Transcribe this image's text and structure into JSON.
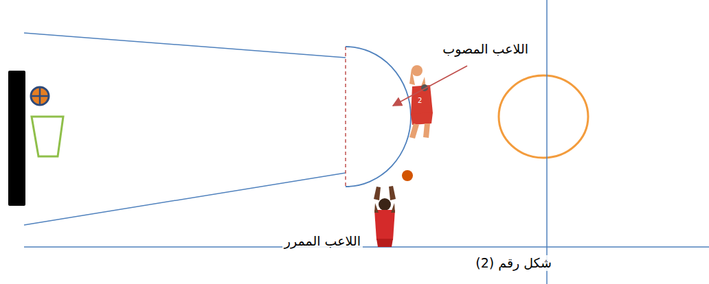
{
  "diagram": {
    "caption": "شكل رقم (2)",
    "labels": [
      "اللاعب المصوب",
      "اللاعب الممرر"
    ]
  }
}
